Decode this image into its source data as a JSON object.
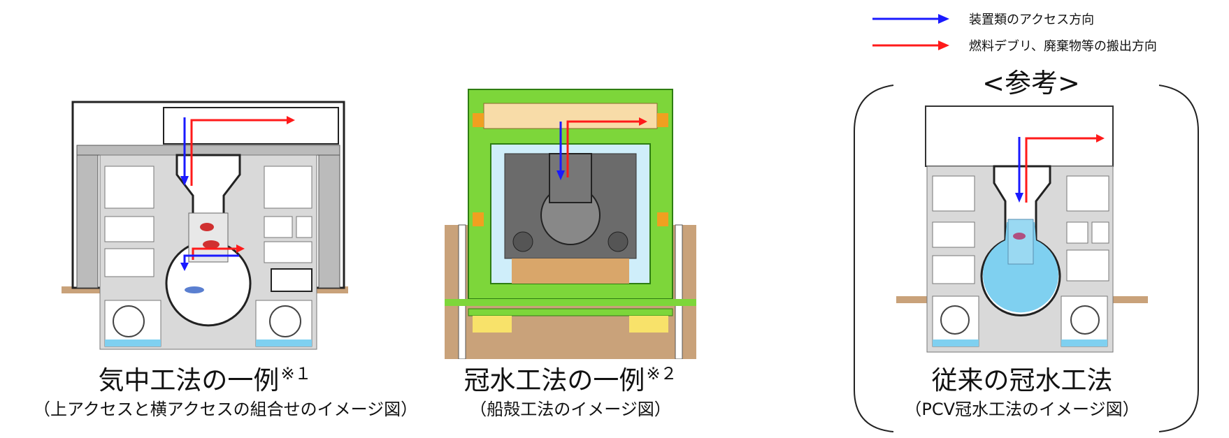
{
  "legend": {
    "items": [
      {
        "label": "装置類のアクセス方向",
        "color": "#1a1aff"
      },
      {
        "label": "燃料デブリ、廃棄物等の搬出方向",
        "color": "#ff1a1a"
      }
    ]
  },
  "reference_label": "<参考>",
  "panels": [
    {
      "title": "気中工法の一例",
      "note": "※１",
      "subtitle": "（上アクセスと横アクセスの組合せのイメージ図）"
    },
    {
      "title": "冠水工法の一例",
      "note": "※２",
      "subtitle": "（船殻工法のイメージ図）"
    },
    {
      "title": "従来の冠水工法",
      "note": "",
      "subtitle": "（PCV冠水工法のイメージ図）"
    }
  ],
  "colors": {
    "access": "#1a1aff",
    "removal": "#ff1a1a",
    "structure": "#d9d9d9",
    "water": "#7fd0f0",
    "frame": "#7dd63a",
    "ground": "#c9a27a"
  }
}
